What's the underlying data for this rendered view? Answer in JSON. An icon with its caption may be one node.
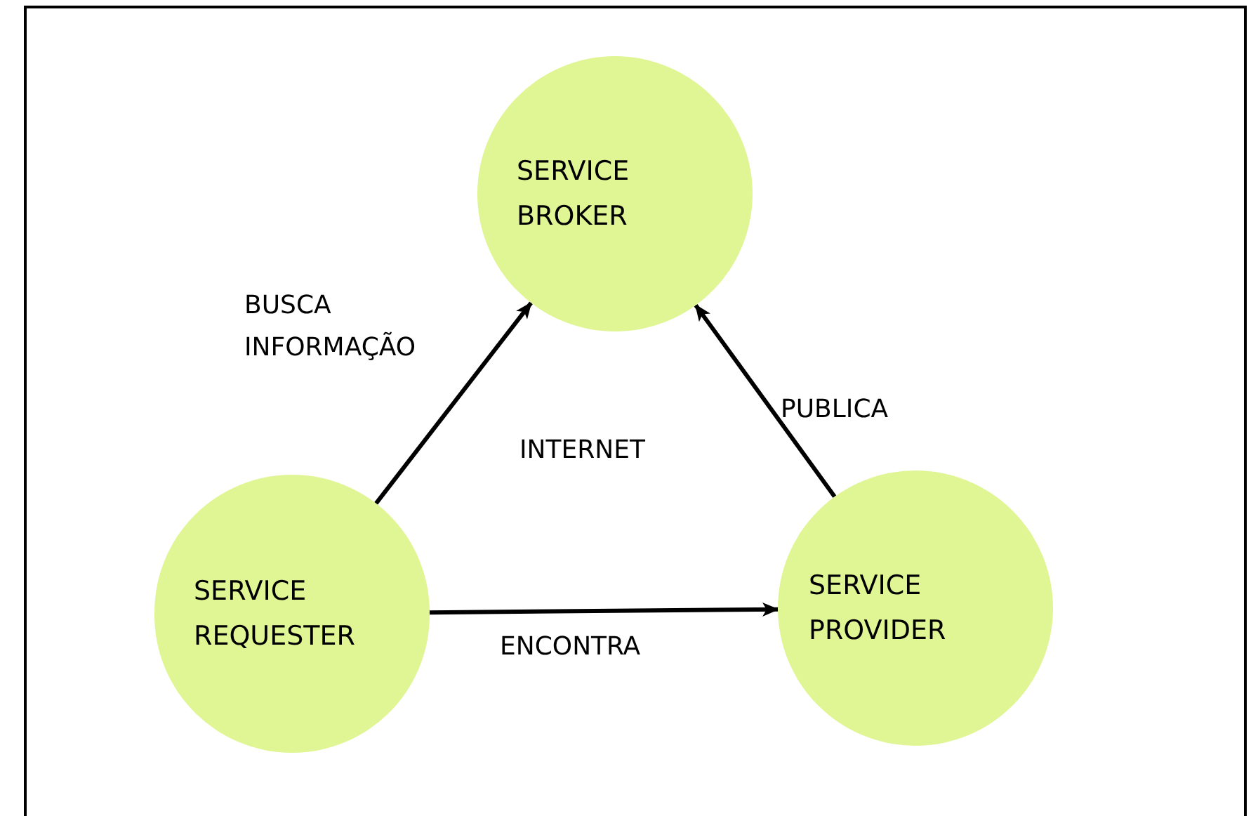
{
  "diagram": {
    "nodes": [
      {
        "text": [
          "SERVICE BROKER"
        ]
      },
      {
        "text": [
          "SERVICE REQUESTER"
        ]
      },
      {
        "text": [
          "SERVICE PROVIDER"
        ]
      }
    ],
    "edges": [
      {
        "from": 1,
        "to": 0,
        "arrow": "to",
        "label": "BUSCA INFORMAÇÃO"
      },
      {
        "from": 2,
        "to": 0,
        "arrow": "to",
        "label": "PUBLICA"
      },
      {
        "from": 1,
        "to": 2,
        "arrow": "to",
        "label": "ENCONTRA"
      }
    ],
    "labels": [
      "INTERNET"
    ]
  }
}
